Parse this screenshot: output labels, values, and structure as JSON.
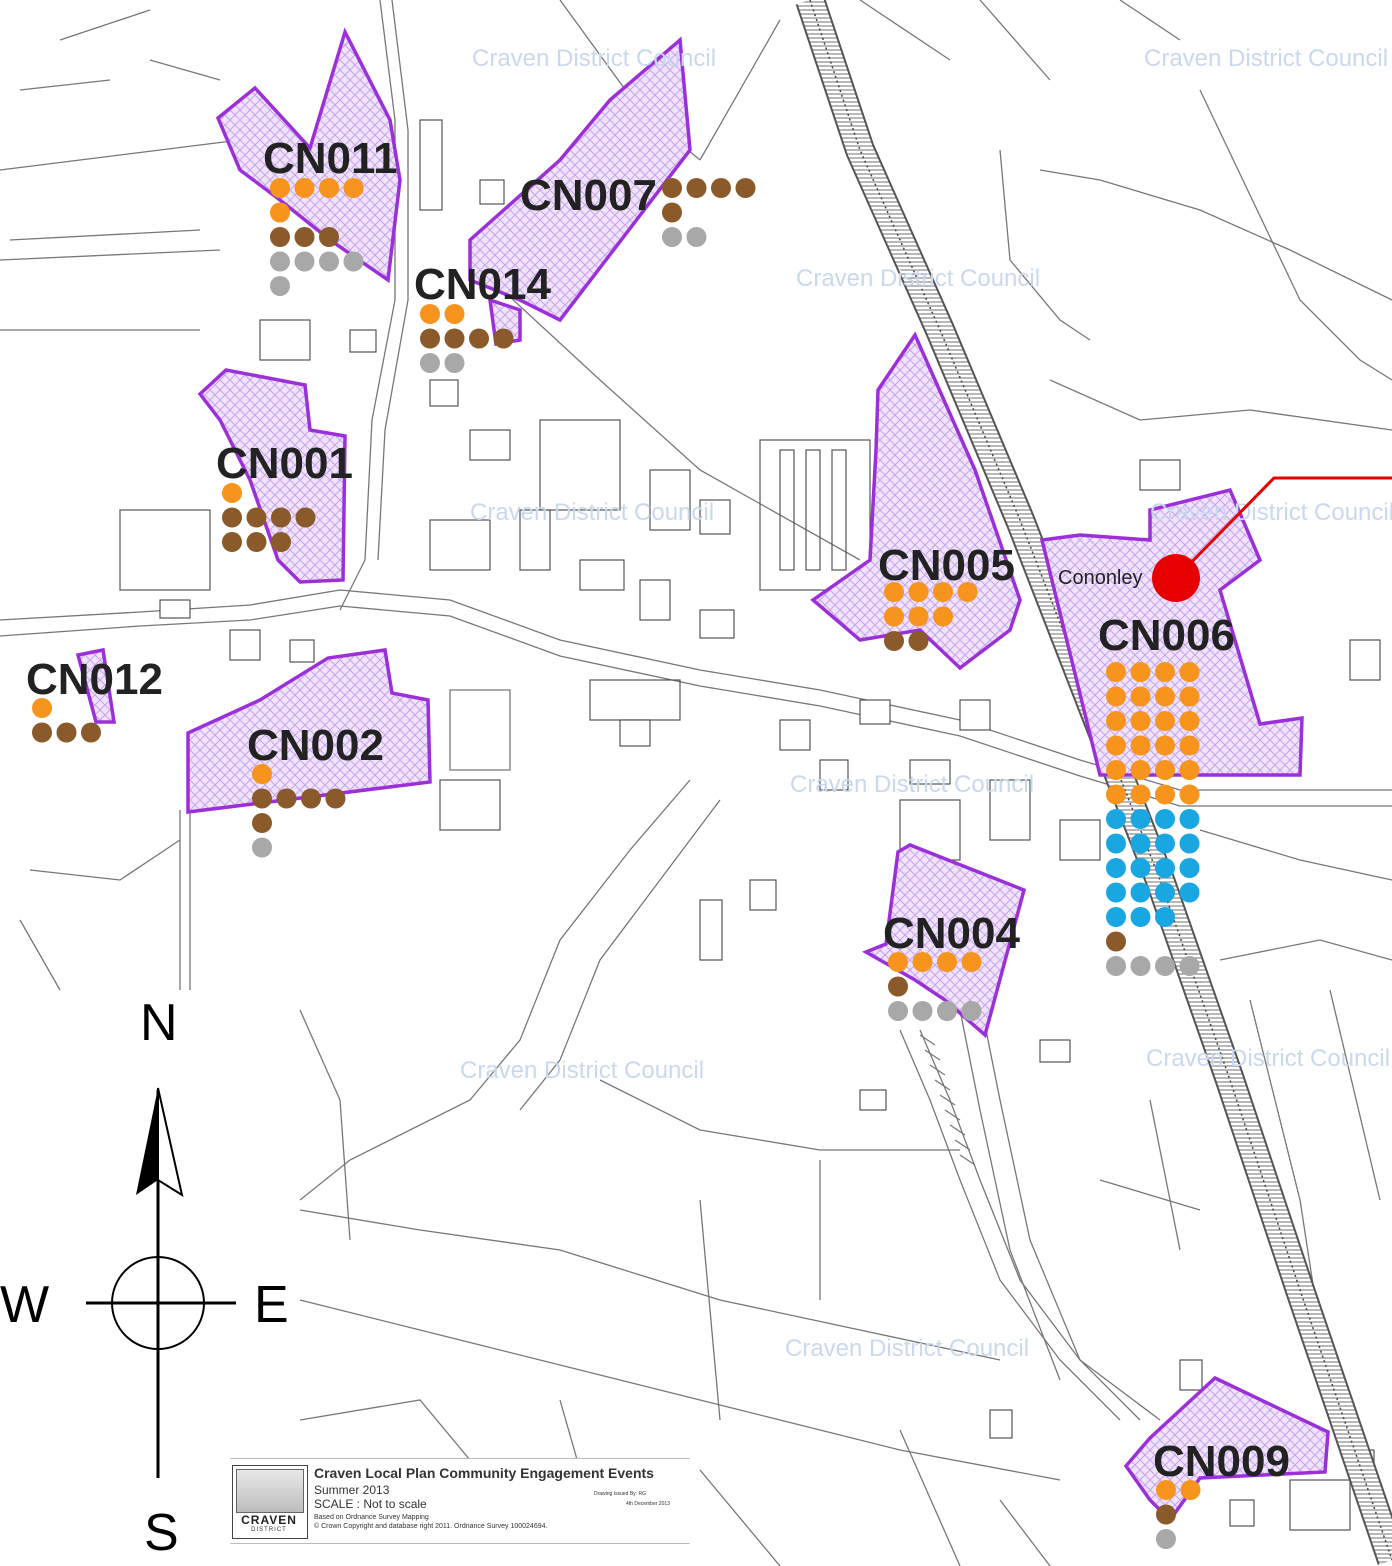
{
  "watermark_text": "Craven District Council",
  "colors": {
    "parcel_outline": "#9b30d9",
    "parcel_hatch": "#c7a2ec",
    "dot_orange": "#f7941d",
    "dot_brown": "#8b5a2b",
    "dot_grey": "#a8a8a8",
    "dot_blue": "#1aa6e0",
    "marker_red": "#e60000"
  },
  "sites": [
    {
      "id": "CN011",
      "label": "CN011",
      "dots": {
        "orange": 5,
        "brown": 3,
        "grey": 5
      }
    },
    {
      "id": "CN007",
      "label": "CN007",
      "dots": {
        "orange": 0,
        "brown": 5,
        "grey": 2
      }
    },
    {
      "id": "CN014",
      "label": "CN014",
      "dots": {
        "orange": 2,
        "brown": 4,
        "grey": 2
      }
    },
    {
      "id": "CN001",
      "label": "CN001",
      "dots": {
        "orange": 1,
        "brown": 7,
        "grey": 0
      }
    },
    {
      "id": "CN005",
      "label": "CN005",
      "dots": {
        "orange": 7,
        "brown": 2,
        "grey": 0
      }
    },
    {
      "id": "CN006",
      "label": "CN006",
      "dots": {
        "orange": 24,
        "blue": 19,
        "brown": 1,
        "grey": 4
      }
    },
    {
      "id": "CN012",
      "label": "CN012",
      "dots": {
        "orange": 1,
        "brown": 3,
        "grey": 0
      }
    },
    {
      "id": "CN002",
      "label": "CN002",
      "dots": {
        "orange": 1,
        "brown": 5,
        "grey": 1
      }
    },
    {
      "id": "CN004",
      "label": "CN004",
      "dots": {
        "orange": 4,
        "brown": 1,
        "grey": 4
      }
    },
    {
      "id": "CN009",
      "label": "CN009",
      "dots": {
        "orange": 2,
        "brown": 1,
        "grey": 1
      }
    }
  ],
  "place_label": "Cononley",
  "compass": {
    "north": "N",
    "south": "S",
    "east": "E",
    "west": "W"
  },
  "legend": {
    "logo_word": "CRAVEN",
    "logo_sub": "DISTRICT",
    "title": "Craven Local Plan Community Engagement Events",
    "line1": "Summer 2013",
    "line2": "SCALE :  Not to scale",
    "note1": "Based on Ordnance Survey Mapping",
    "note2": "© Crown Copyright and database right 2011. Ordnance Survey 100024694.",
    "issued_by": "Drawing Issued By:  RG",
    "issued_date": "4th December 2013"
  }
}
